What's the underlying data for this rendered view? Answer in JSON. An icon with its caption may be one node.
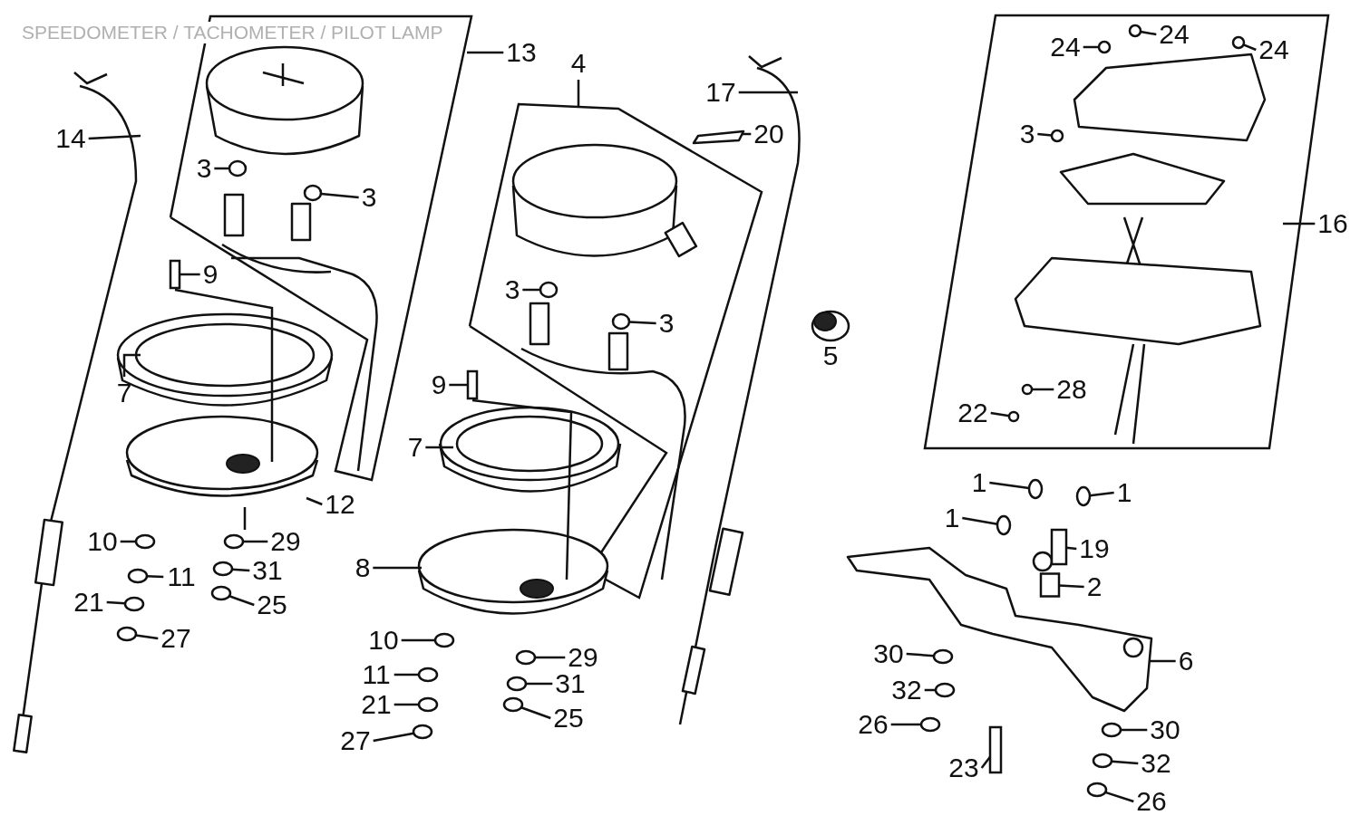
{
  "diagram": {
    "title": "SPEEDOMETER / TACHOMETER / PILOT LAMP",
    "nodes": [
      {
        "text": [
          "13"
        ]
      },
      {
        "text": [
          "4"
        ]
      },
      {
        "text": [
          "17"
        ]
      },
      {
        "text": [
          "14"
        ]
      },
      {
        "text": [
          "20"
        ]
      },
      {
        "text": [
          "3"
        ]
      },
      {
        "text": [
          "3"
        ]
      },
      {
        "text": [
          "9"
        ]
      },
      {
        "text": [
          "7"
        ]
      },
      {
        "text": [
          "12"
        ]
      },
      {
        "text": [
          "10"
        ]
      },
      {
        "text": [
          "29"
        ]
      },
      {
        "text": [
          "11"
        ]
      },
      {
        "text": [
          "31"
        ]
      },
      {
        "text": [
          "21"
        ]
      },
      {
        "text": [
          "25"
        ]
      },
      {
        "text": [
          "27"
        ]
      },
      {
        "text": [
          "3"
        ]
      },
      {
        "text": [
          "3"
        ]
      },
      {
        "text": [
          "9"
        ]
      },
      {
        "text": [
          "7"
        ]
      },
      {
        "text": [
          "8"
        ]
      },
      {
        "text": [
          "10"
        ]
      },
      {
        "text": [
          "29"
        ]
      },
      {
        "text": [
          "11"
        ]
      },
      {
        "text": [
          "31"
        ]
      },
      {
        "text": [
          "21"
        ]
      },
      {
        "text": [
          "25"
        ]
      },
      {
        "text": [
          "27"
        ]
      },
      {
        "text": [
          "24"
        ]
      },
      {
        "text": [
          "24"
        ]
      },
      {
        "text": [
          "24"
        ]
      },
      {
        "text": [
          "3"
        ]
      },
      {
        "text": [
          "16"
        ]
      },
      {
        "text": [
          "28"
        ]
      },
      {
        "text": [
          "22"
        ]
      },
      {
        "text": [
          "1"
        ]
      },
      {
        "text": [
          "1"
        ]
      },
      {
        "text": [
          "1"
        ]
      },
      {
        "text": [
          "19"
        ]
      },
      {
        "text": [
          "2"
        ]
      },
      {
        "text": [
          "30"
        ]
      },
      {
        "text": [
          "6"
        ]
      },
      {
        "text": [
          "32"
        ]
      },
      {
        "text": [
          "26"
        ]
      },
      {
        "text": [
          "30"
        ]
      },
      {
        "text": [
          "23"
        ]
      },
      {
        "text": [
          "32"
        ]
      },
      {
        "text": [
          "26"
        ]
      },
      {
        "text": [],
        "shape": "circle"
      },
      {
        "text": [],
        "shape": "circle"
      },
      {
        "text": [],
        "shape": "bar"
      },
      {
        "text": [],
        "shape": "circle"
      },
      {
        "text": [],
        "shape": "circle"
      },
      {
        "text": [],
        "shape": "circle"
      },
      {
        "text": [],
        "shape": "circle"
      },
      {
        "text": [],
        "shape": "circle"
      },
      {
        "text": [],
        "shape": "circle"
      },
      {
        "text": [],
        "shape": "circle"
      },
      {
        "text": [],
        "shape": "circle"
      },
      {
        "text": [],
        "shape": "circle"
      },
      {
        "text": [],
        "shape": "bar"
      },
      {
        "text": [],
        "shape": "circle"
      },
      {
        "text": [],
        "shape": "circle"
      },
      {
        "text": [],
        "shape": "circle"
      },
      {
        "text": [],
        "shape": "circle"
      },
      {
        "text": [],
        "shape": "circle"
      },
      {
        "text": [],
        "shape": "circle"
      },
      {
        "text": [],
        "shape": "circle"
      },
      {
        "text": [],
        "shape": "circle"
      },
      {
        "text": [],
        "shape": "circle"
      },
      {
        "text": [],
        "shape": "circle"
      },
      {
        "text": [],
        "shape": "circle"
      },
      {
        "text": [],
        "shape": "circle"
      },
      {
        "text": [],
        "shape": "circle"
      },
      {
        "text": [],
        "shape": "circle"
      },
      {
        "text": [],
        "shape": "circle"
      },
      {
        "text": [],
        "shape": "circle"
      },
      {
        "text": [],
        "shape": "bar"
      },
      {
        "text": [],
        "shape": "box"
      },
      {
        "text": [],
        "shape": "circle"
      },
      {
        "text": [],
        "shape": "circle"
      },
      {
        "text": [],
        "shape": "circle"
      },
      {
        "text": [],
        "shape": "circle"
      },
      {
        "text": [],
        "shape": "bar"
      },
      {
        "text": [],
        "shape": "circle"
      },
      {
        "text": [],
        "shape": "circle"
      }
    ],
    "edges": [
      {
        "from": 0,
        "to": null,
        "arrow": "none"
      },
      {
        "from": 1,
        "to": null,
        "arrow": "none"
      },
      {
        "from": 2,
        "to": null,
        "arrow": "none"
      },
      {
        "from": 3,
        "to": null,
        "arrow": "none"
      },
      {
        "from": 4,
        "to": null,
        "arrow": "none"
      },
      {
        "from": 5,
        "to": 49,
        "arrow": "none"
      },
      {
        "from": 6,
        "to": 50,
        "arrow": "none"
      },
      {
        "from": 7,
        "to": 51,
        "arrow": "none"
      },
      {
        "from": 8,
        "to": null,
        "arrow": "none"
      },
      {
        "from": 9,
        "to": null,
        "arrow": "none"
      },
      {
        "from": 10,
        "to": 52,
        "arrow": "none"
      },
      {
        "from": 11,
        "to": 53,
        "arrow": "none"
      },
      {
        "from": 12,
        "to": 54,
        "arrow": "none"
      },
      {
        "from": 13,
        "to": 55,
        "arrow": "none"
      },
      {
        "from": 14,
        "to": 56,
        "arrow": "none"
      },
      {
        "from": 15,
        "to": 57,
        "arrow": "none"
      },
      {
        "from": 16,
        "to": 58,
        "arrow": "none"
      },
      {
        "from": 17,
        "to": 59,
        "arrow": "none"
      },
      {
        "from": 18,
        "to": 60,
        "arrow": "none"
      },
      {
        "from": 19,
        "to": 61,
        "arrow": "none"
      },
      {
        "from": 20,
        "to": null,
        "arrow": "none"
      },
      {
        "from": 21,
        "to": null,
        "arrow": "none"
      },
      {
        "from": 22,
        "to": 62,
        "arrow": "none"
      },
      {
        "from": 23,
        "to": 63,
        "arrow": "none"
      },
      {
        "from": 24,
        "to": 64,
        "arrow": "none"
      },
      {
        "from": 25,
        "to": 65,
        "arrow": "none"
      },
      {
        "from": 26,
        "to": 66,
        "arrow": "none"
      },
      {
        "from": 27,
        "to": 67,
        "arrow": "none"
      },
      {
        "from": 28,
        "to": 68,
        "arrow": "none"
      },
      {
        "from": 29,
        "to": 69,
        "arrow": "none"
      },
      {
        "from": 30,
        "to": 70,
        "arrow": "none"
      },
      {
        "from": 31,
        "to": 71,
        "arrow": "none"
      },
      {
        "from": 32,
        "to": 72,
        "arrow": "none"
      },
      {
        "from": 33,
        "to": null,
        "arrow": "none"
      },
      {
        "from": 34,
        "to": 73,
        "arrow": "none"
      },
      {
        "from": 35,
        "to": 74,
        "arrow": "none"
      },
      {
        "from": 36,
        "to": 75,
        "arrow": "none"
      },
      {
        "from": 37,
        "to": 76,
        "arrow": "none"
      },
      {
        "from": 38,
        "to": 77,
        "arrow": "none"
      },
      {
        "from": 39,
        "to": 78,
        "arrow": "none"
      },
      {
        "from": 40,
        "to": 79,
        "arrow": "none"
      },
      {
        "from": 41,
        "to": 80,
        "arrow": "none"
      },
      {
        "from": 42,
        "to": null,
        "arrow": "none"
      },
      {
        "from": 43,
        "to": 81,
        "arrow": "none"
      },
      {
        "from": 44,
        "to": 82,
        "arrow": "none"
      },
      {
        "from": 45,
        "to": 83,
        "arrow": "none"
      },
      {
        "from": 46,
        "to": 84,
        "arrow": "none"
      },
      {
        "from": 47,
        "to": 85,
        "arrow": "none"
      },
      {
        "from": 48,
        "to": 86,
        "arrow": "none"
      }
    ],
    "labels": [
      "5"
    ]
  }
}
